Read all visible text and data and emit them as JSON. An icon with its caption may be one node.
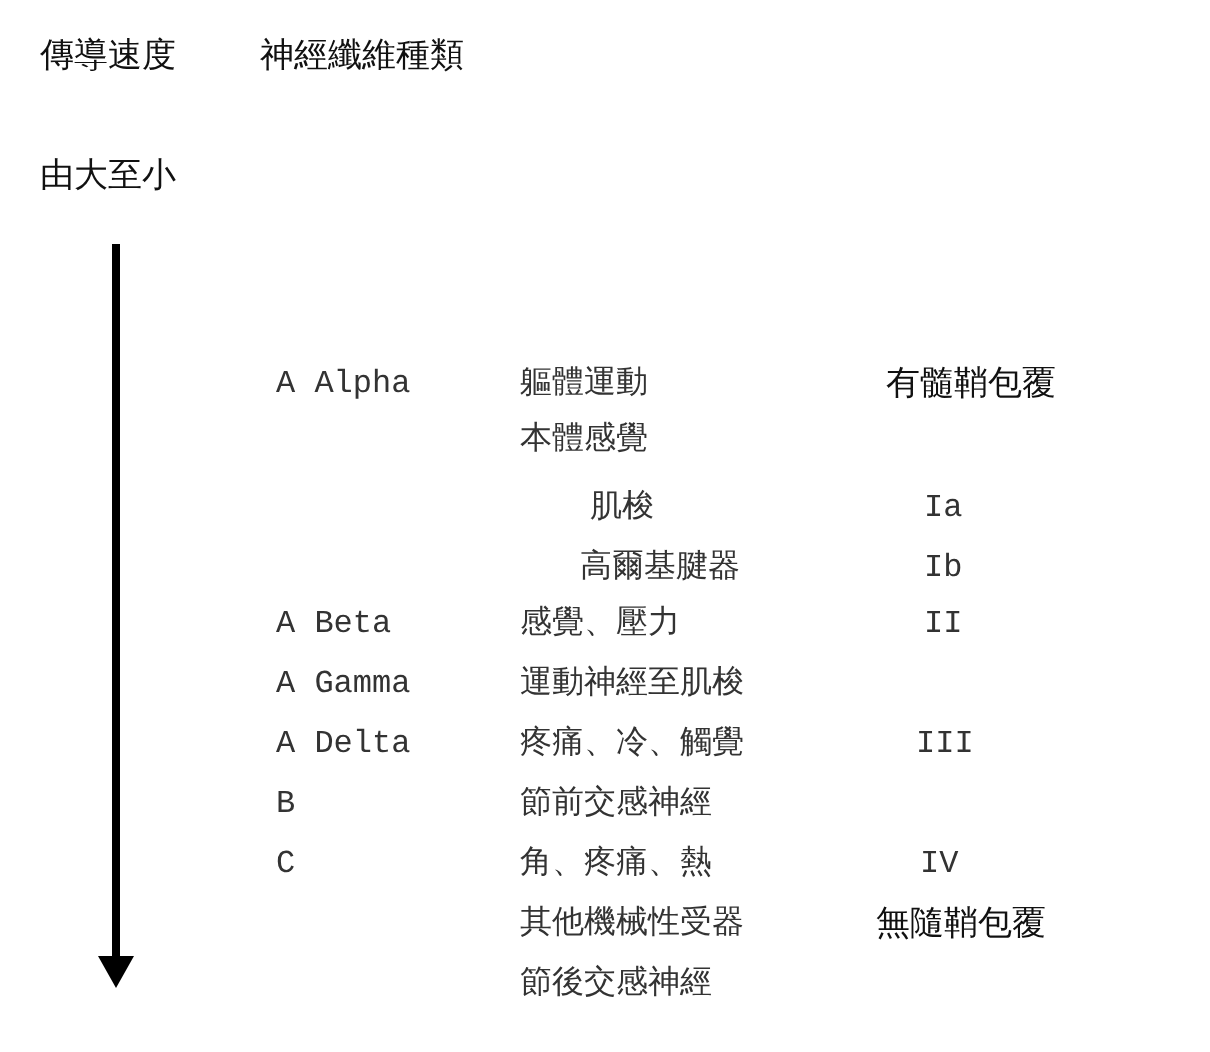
{
  "diagram": {
    "labels": [
      "傳導速度",
      "神經纖維種類",
      "由大至小",
      "A Alpha",
      "軀體運動",
      "有髓鞘包覆",
      "本體感覺",
      "肌梭",
      "Ia",
      "高爾基腱器",
      "Ib",
      "A Beta",
      "感覺、壓力",
      "II",
      "A Gamma",
      "運動神經至肌梭",
      "A Delta",
      "疼痛、冷、觸覺",
      "III",
      "B",
      "節前交感神經",
      "C",
      "角、疼痛、熱",
      "IV",
      "其他機械性受器",
      "無隨鞘包覆",
      "節後交感神經"
    ]
  }
}
